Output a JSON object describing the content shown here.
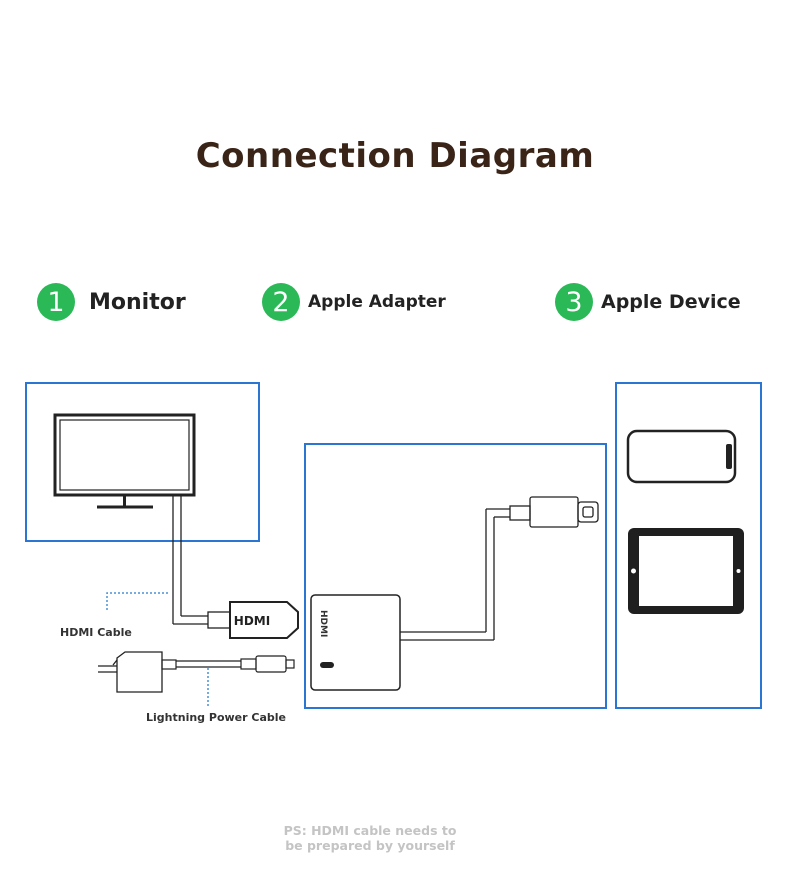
{
  "title": "Connection Diagram",
  "steps": [
    {
      "number": "1",
      "label": "Monitor"
    },
    {
      "number": "2",
      "label": "Apple Adapter"
    },
    {
      "number": "3",
      "label": "Apple Device"
    }
  ],
  "hdmi_plug_label": "HDMI",
  "adapter_port_label": "HDMI",
  "hdmi_cable_label": "HDMI Cable",
  "lightning_cable_label": "Lightning Power Cable",
  "note": {
    "line1": "PS: HDMI cable needs to",
    "line2": "be prepared by yourself"
  },
  "colors": {
    "accent_green": "#2bb957",
    "box_border": "#2a76d2",
    "title": "#3a2418",
    "dotted_line": "#4a90d9"
  }
}
